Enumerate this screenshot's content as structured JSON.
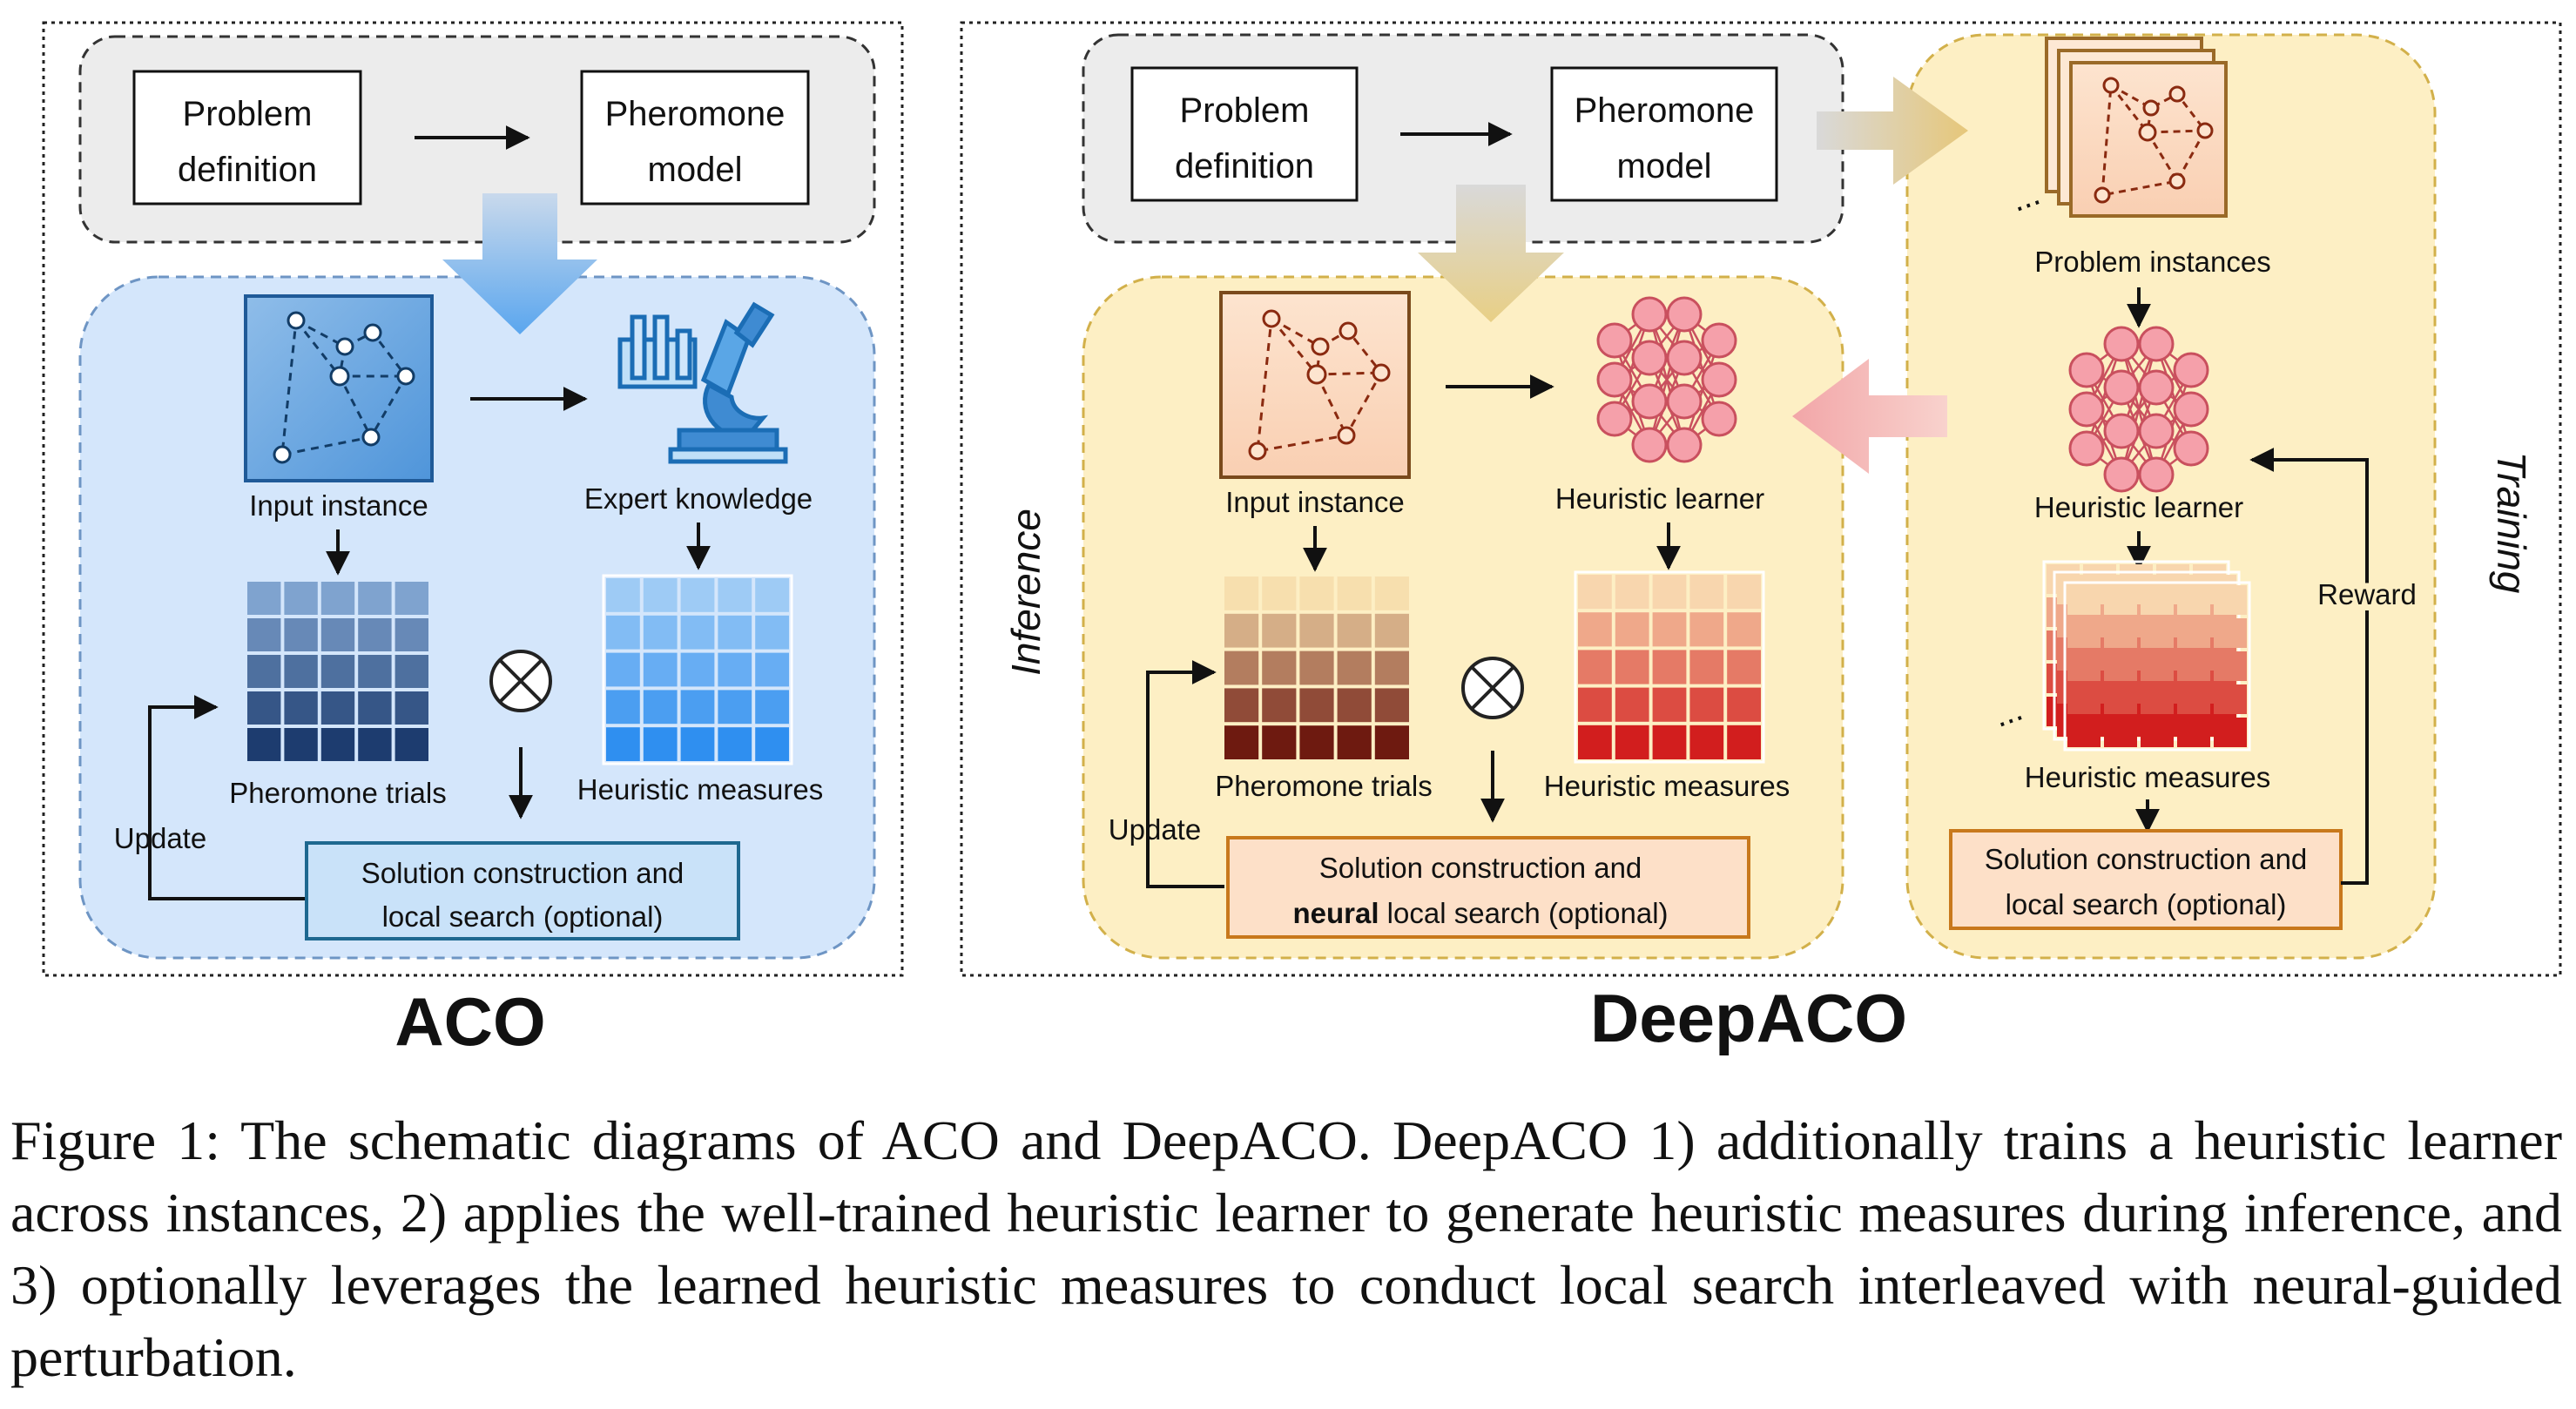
{
  "aco": {
    "title": "ACO",
    "problem_definition": [
      "Problem",
      "definition"
    ],
    "pheromone_model": [
      "Pheromone",
      "model"
    ],
    "input_instance": "Input instance",
    "expert_knowledge": "Expert knowledge",
    "pheromone_trials": "Pheromone trials",
    "heuristic_measures": "Heuristic measures",
    "update": "Update",
    "solution": [
      "Solution construction and",
      "local search (optional)"
    ]
  },
  "deepaco": {
    "title": "DeepACO",
    "problem_definition": [
      "Problem",
      "definition"
    ],
    "pheromone_model": [
      "Pheromone",
      "model"
    ],
    "inference_label": "Inference",
    "training_label": "Training",
    "input_instance": "Input instance",
    "heuristic_learner": "Heuristic learner",
    "pheromone_trials": "Pheromone trials",
    "heuristic_measures": "Heuristic measures",
    "update": "Update",
    "solution_line1": "Solution construction and",
    "solution_bold": "neural",
    "solution_rest": " local search (optional)",
    "problem_instances": "Problem instances",
    "train_heuristic_learner": "Heuristic learner",
    "train_heuristic_measures": "Heuristic measures",
    "reward": "Reward",
    "train_solution": [
      "Solution construction and",
      "local search (optional)"
    ],
    "ellipsis": "..."
  },
  "caption": "Figure 1: The schematic diagrams of ACO and DeepACO. DeepACO 1) additionally trains a heuristic learner across instances, 2) applies the well-trained heuristic learner to generate heuristic measures during inference, and 3) optionally leverages the learned heuristic measures to conduct local search interleaved with neural-guided perturbation.",
  "colors": {
    "aco_panel": "#d4e6fb",
    "aco_border": "#6e95c4",
    "deep_panel": "#fdefc4",
    "deep_border": "#d2b04a",
    "gray_panel": "#ececec",
    "pheromone_blue_top": "#7fa3cf",
    "pheromone_blue_bottom": "#1d3c6f",
    "heuristic_blue_top": "#9ecbf5",
    "heuristic_blue_bottom": "#2f8ff0",
    "pheromone_brown_top": "#f7dfae",
    "pheromone_brown_bottom": "#6e1a10",
    "heuristic_red_top": "#f8d6ae",
    "heuristic_red_bottom": "#d21e1e",
    "neural_node": "#f5a0aa",
    "neural_edge": "#c9505e"
  },
  "icons": [
    "graph-icon",
    "microscope-icon",
    "neural-network-icon",
    "otimes-icon"
  ]
}
